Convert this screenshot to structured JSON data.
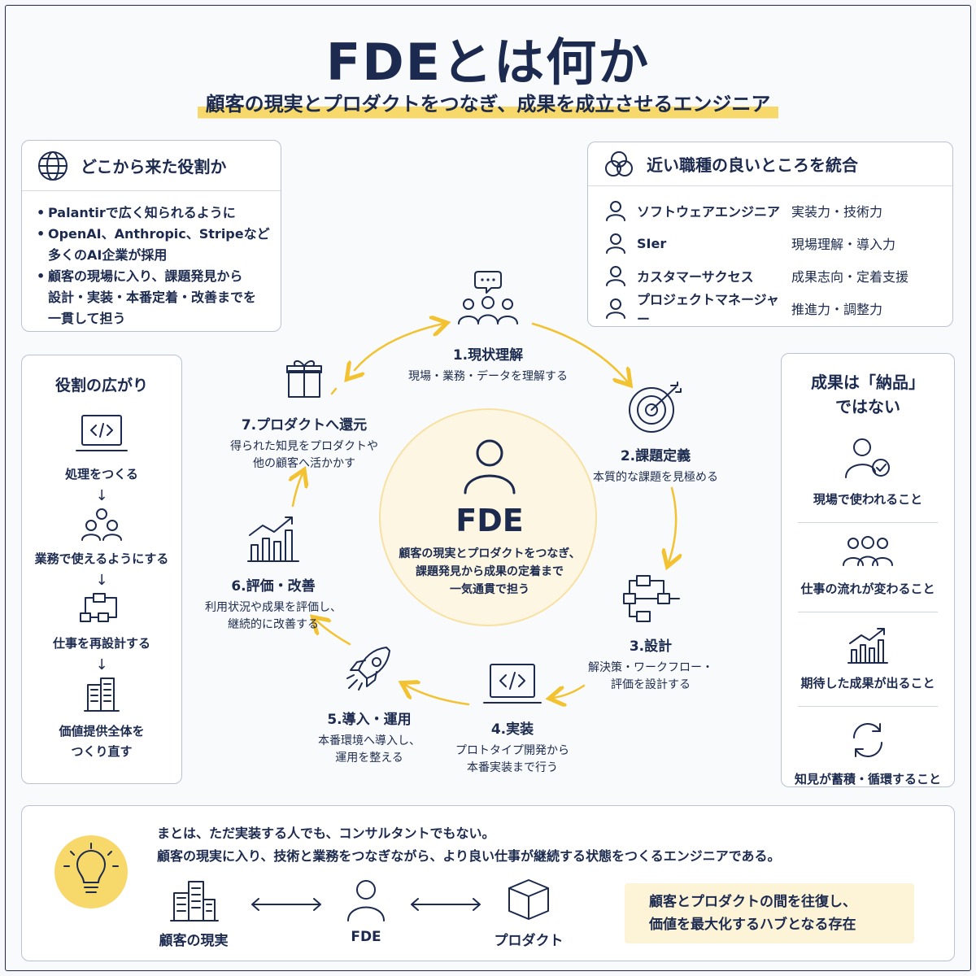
{
  "title": "FDEとは何か",
  "subtitle": "顧客の現実とプロダクトをつなぎ、成果を成立させるエンジニア",
  "origin": {
    "heading": "どこから来た役割か",
    "icon": "globe-icon",
    "bullets": [
      [
        "Palantirで広く知られるように"
      ],
      [
        "OpenAI、Anthropic、Stripeなど",
        "多くのAI企業が採用"
      ],
      [
        "顧客の現場に入り、課題発見から",
        "設計・実装・本番定着・改善までを",
        "一貫して担う"
      ]
    ]
  },
  "roles": {
    "heading": "近い職種の良いところを統合",
    "icon": "venn-icon",
    "items": [
      {
        "name": "ソフトウェアエンジニア",
        "skill": "実装力・技術力"
      },
      {
        "name": "SIer",
        "skill": "現場理解・導入力"
      },
      {
        "name": "カスタマーサクセス",
        "skill": "成果志向・定着支援"
      },
      {
        "name": "プロジェクトマネージャー",
        "skill": "推進力・調整力"
      }
    ]
  },
  "spread": {
    "heading": "役割の広がり",
    "steps": [
      "処理をつくる",
      "業務で使えるようにする",
      "仕事を再設計する",
      "価値提供全体を",
      "つくり直す"
    ],
    "arrow": "↓"
  },
  "results": {
    "heading_line1": "成果は「納品」",
    "heading_line2": "ではない",
    "items": [
      "現場で使われること",
      "仕事の流れが変わること",
      "期待した成果が出ること",
      "知見が蓄積・循環すること"
    ]
  },
  "center": {
    "title": "FDE",
    "desc": [
      "顧客の現実とプロダクトをつなぎ、",
      "課題発見から成果の定着まで",
      "一気通貫で担う"
    ]
  },
  "cycle": [
    {
      "title": "1.現状理解",
      "desc": [
        "現場・業務・データを理解する"
      ]
    },
    {
      "title": "2.課題定義",
      "desc": [
        "本質的な課題を見極める"
      ]
    },
    {
      "title": "3.設計",
      "desc": [
        "解決策・ワークフロー・",
        "評価を設計する"
      ]
    },
    {
      "title": "4.実装",
      "desc": [
        "プロトタイプ開発から",
        "本番実装まで行う"
      ]
    },
    {
      "title": "5.導入・運用",
      "desc": [
        "本番環境へ導入し、",
        "運用を整える"
      ]
    },
    {
      "title": "6.評価・改善",
      "desc": [
        "利用状況や成果を評価し、",
        "継続的に改善する"
      ]
    },
    {
      "title": "7.プロダクトへ還元",
      "desc": [
        "得られた知見をプロダクトや",
        "他の顧客へ活かかす"
      ]
    }
  ],
  "summary": {
    "line1": "まとは、ただ実装する人でも、コンサルタントでもない。",
    "line2": "顧客の現実に入り、技術と業務をつなぎながら、より良い仕事が継続する状態をつくるエンジニアである。",
    "left_label": "顧客の現実",
    "mid_label": "FDE",
    "right_label": "プロダクト",
    "hub": [
      "顧客とプロダクトの間を往復し、",
      "価値を最大化するハブとなる存在"
    ]
  },
  "colors": {
    "navy": "#1b2a4e",
    "accent": "#f2c230",
    "accent_light": "#fdf6e3"
  }
}
